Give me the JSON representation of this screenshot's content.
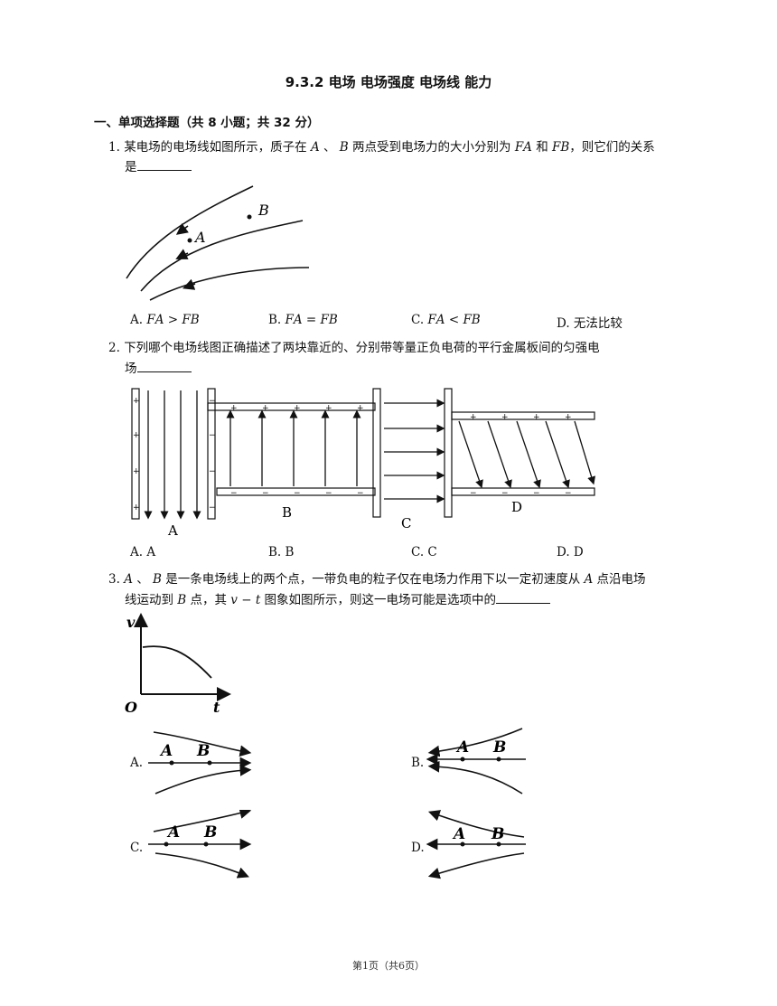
{
  "title": "9.3.2 电场 电场强度 电场线 能力",
  "section": "一、单项选择题（共 8 小题；共 32 分）",
  "questions": [
    {
      "number": "1.",
      "text_part1": "某电场的电场线如图所示，质子在 A 、 B 两点受到电场力的大小分别为 F",
      "text_line1": "某电场的电场线如图所示，质子在 𝐴 、 𝐵 两点受到电场力的大小分别为 𝐹𝐴 和 𝐹𝐵，则它们的关系",
      "text_line2": "是",
      "figure_labels": {
        "a": "A",
        "b": "B"
      },
      "options": [
        "A. 𝐹𝐴 > 𝐹𝐵",
        "B. 𝐹𝐴 = 𝐹𝐵",
        "C. 𝐹𝐴 < 𝐹𝐵",
        "D. 无法比较"
      ]
    },
    {
      "number": "2.",
      "text_line1": "下列哪个电场线图正确描述了两块靠近的、分别带等量正负电荷的平行金属板间的匀强电",
      "text_line2": "场",
      "figure_labels": {
        "a": "A",
        "b": "B",
        "c": "C",
        "d": "D"
      },
      "options": [
        "A. A",
        "B. B",
        "C. C",
        "D. D"
      ]
    },
    {
      "number": "3.",
      "text_line1": "𝐴 、 𝐵 是一条电场线上的两个点，一带负电的粒子仅在电场力作用下以一定初速度从 𝐴 点沿电场",
      "text_line2": "线运动到 𝐵 点，其 𝑣 − 𝑡 图象如图所示，则这一电场可能是选项中的",
      "graph_labels": {
        "v": "v",
        "o": "O",
        "t": "t"
      },
      "option_letters": [
        "A.",
        "B.",
        "C.",
        "D."
      ],
      "point_labels": {
        "a": "A",
        "b": "B"
      }
    }
  ],
  "footer": "第1页（共6页）"
}
